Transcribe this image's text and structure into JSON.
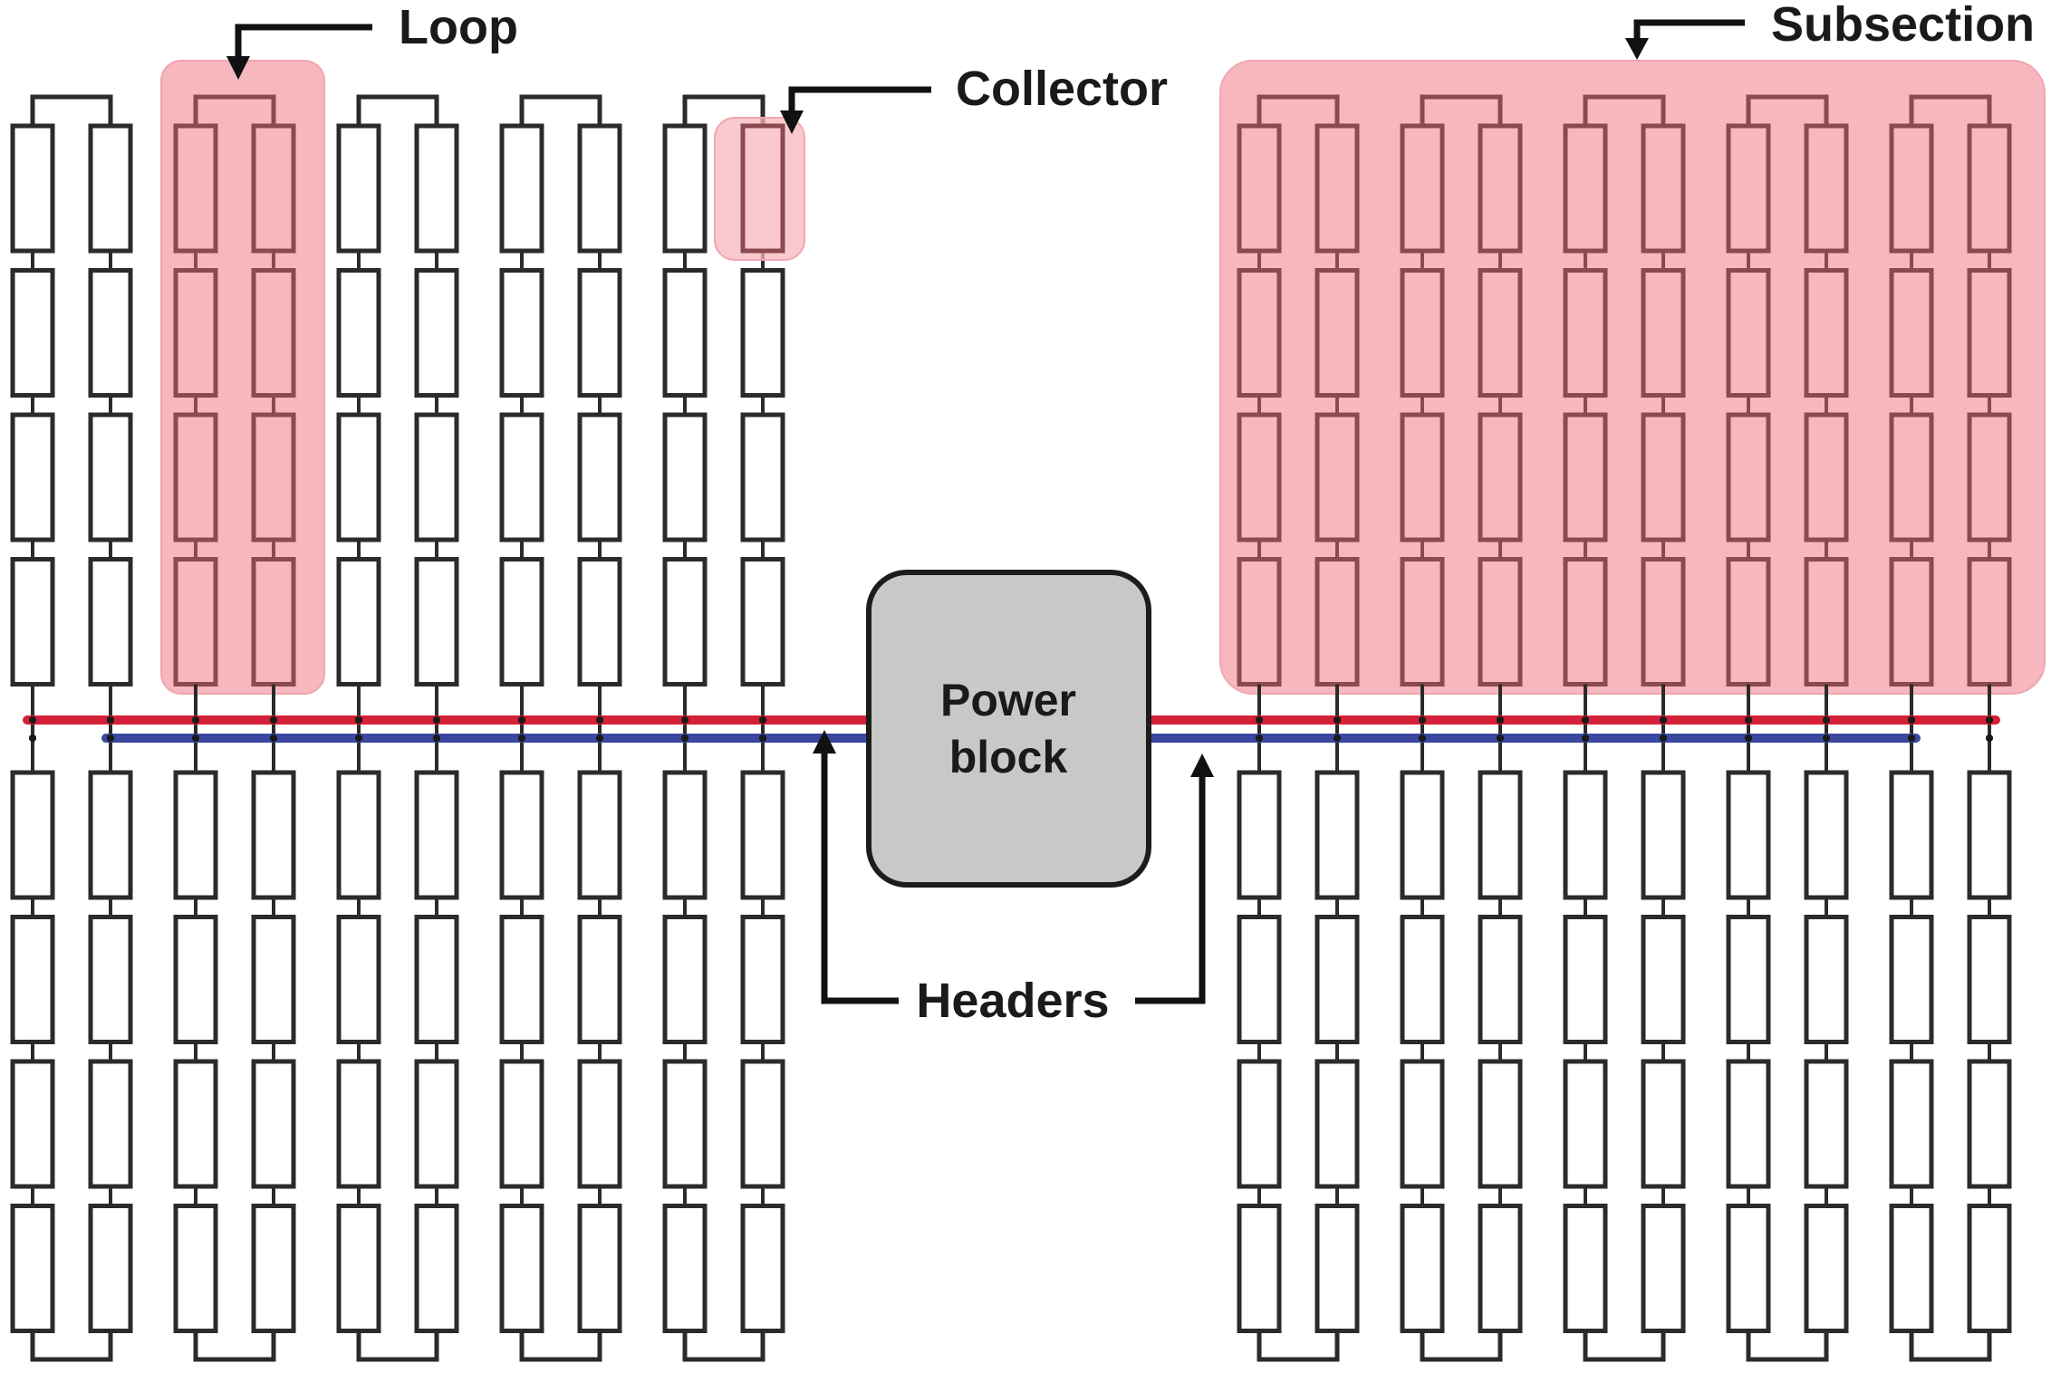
{
  "figure": {
    "type": "parabolic-trough solar field layout",
    "labels": {
      "loop": "Loop",
      "collector": "Collector",
      "subsection": "Subsection",
      "headers": "Headers",
      "power_block_line1": "Power",
      "power_block_line2": "block"
    },
    "colors": {
      "hot_header": "#d42038",
      "cold_header": "#3a48a0",
      "highlight_fill": "#f7b7bf",
      "power_block_fill": "#c8c8c6",
      "collector_stroke": "#2b2b2b"
    },
    "field": {
      "subsections": [
        {
          "name": "top-left",
          "loops": 5,
          "collectors_per_row": 4,
          "highlighted": false
        },
        {
          "name": "bottom-left",
          "loops": 5,
          "collectors_per_row": 4,
          "highlighted": false
        },
        {
          "name": "top-right",
          "loops": 5,
          "collectors_per_row": 4,
          "highlighted": true
        },
        {
          "name": "bottom-right",
          "loops": 5,
          "collectors_per_row": 4,
          "highlighted": false
        }
      ],
      "highlighted_loop": {
        "subsection": "top-left",
        "loop_index": 1
      },
      "highlighted_collector": {
        "subsection": "top-left",
        "loop_index": 4,
        "row": 1,
        "collector_index": 0
      }
    }
  }
}
